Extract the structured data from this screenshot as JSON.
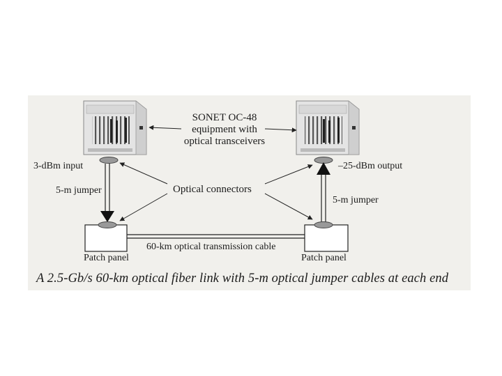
{
  "labels": {
    "equipment_line1": "SONET OC-48",
    "equipment_line2": "equipment with",
    "equipment_line3": "optical transceivers",
    "input_power": "3-dBm input",
    "output_power": "–25-dBm output",
    "left_jumper": "5-m jumper",
    "right_jumper": "5-m jumper",
    "connectors": "Optical connectors",
    "left_patch": "Patch panel",
    "right_patch": "Patch panel",
    "cable": "60-km optical transmission cable"
  },
  "caption": "A 2.5-Gb/s 60-km optical fiber link with 5-m optical jumper cables at each end",
  "icons": [
    "sonet-equipment-icon",
    "patch-panel-icon",
    "connector-icon",
    "arrow-icon"
  ]
}
